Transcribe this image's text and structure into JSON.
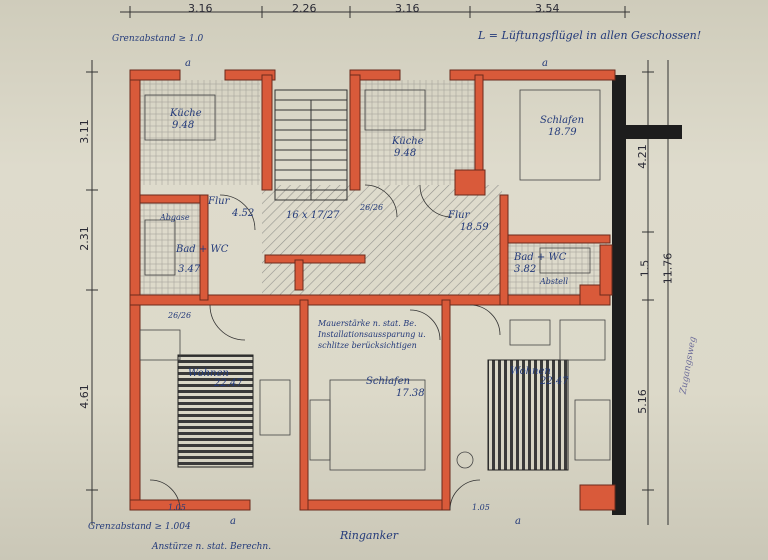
{
  "top_dims": [
    "3.16",
    "2.26",
    "3.16",
    "3.54"
  ],
  "left_dims": [
    "3.11",
    "2.31",
    "4.61"
  ],
  "right_dims": [
    "4.21",
    "1.5",
    "5.16",
    "11.76"
  ],
  "note_top": "L = Lüftungsflügel in allen Geschossen!",
  "note_grenz_top": "Grenzabstand ≥ 1.0",
  "note_grenz_bottom": "Grenzabstand ≥ 1.004",
  "note_wall": "Mauerstärke n. stat. Be. Installationsaussparung u. schlitze berücksichtigen",
  "note_bottom": "Ringanker",
  "note_bottom_left": "Anstürze n. stat. Berechn.",
  "rooms": {
    "kueche_left": {
      "name": "Küche",
      "area": "9.48"
    },
    "kueche_right": {
      "name": "Küche",
      "area": "9.48"
    },
    "flur_left": {
      "name": "Flur",
      "area": "4.52"
    },
    "flur_right": {
      "name": "Flur",
      "area": "18.59"
    },
    "treppe": {
      "name": "16 x 17/27"
    },
    "bad_left": {
      "name": "Bad + WC",
      "area": "3.47"
    },
    "bad_right": {
      "name": "Bad + WC",
      "area": "3.82"
    },
    "schlafen_top": {
      "name": "Schlafen",
      "area": "18.79"
    },
    "schlafen_mid": {
      "name": "Schlafen",
      "area": "17.38"
    },
    "wohnen_left": {
      "name": "Wohnen",
      "area": "22.47"
    },
    "wohnen_right": {
      "name": "Wohnen",
      "area": "22.47"
    },
    "abstell": {
      "name": "Abstell"
    },
    "abgase": {
      "name": "Abgase"
    },
    "zugangsweg": {
      "name": "Zugangsweg"
    }
  },
  "small_marks": {
    "a": "a",
    "sl": "26/26",
    "ws": "1.05"
  },
  "colors": {
    "wall_red": "#d95a3a",
    "wall_black": "#1d1d1d",
    "ink_blue": "#233a7a",
    "hatch": "#7a7a7a"
  }
}
